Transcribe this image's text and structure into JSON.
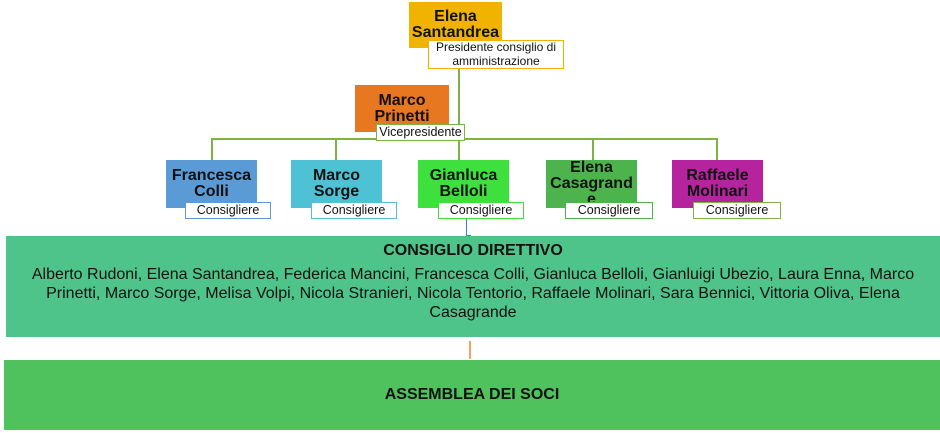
{
  "president": {
    "name_line1": "Elena",
    "name_line2": "Santandrea",
    "role": "Presidente consiglio di amministrazione",
    "color": "#f0b400"
  },
  "vicepresident": {
    "name_line1": "Marco",
    "name_line2": "Prinetti",
    "role": "Vicepresidente",
    "color": "#e87722"
  },
  "councillors": [
    {
      "name_line1": "Francesca",
      "name_line2": "Colli",
      "role": "Consigliere",
      "color": "#5b9bd5"
    },
    {
      "name_line1": "Marco",
      "name_line2": "Sorge",
      "role": "Consigliere",
      "color": "#4fc1d4"
    },
    {
      "name_line1": "Gianluca",
      "name_line2": "Belloli",
      "role": "Consigliere",
      "color": "#3ee03e"
    },
    {
      "name_line1": "Elena",
      "name_line2": "Casagrande",
      "role": "Consigliere",
      "color": "#4db34d"
    },
    {
      "name_line1": "Raffaele",
      "name_line2": "Molinari",
      "role": "Consigliere",
      "color": "#b5249e"
    }
  ],
  "consiglio_direttivo": {
    "title": "CONSIGLIO DIRETTIVO",
    "members": "Alberto Rudoni, Elena Santandrea, Federica Mancini, Francesca Colli, Gianluca Belloli, Gianluigi Ubezio, Laura Enna, Marco Prinetti, Marco Sorge, Melisa Volpi, Nicola Stranieri, Nicola Tentorio, Raffaele Molinari, Sara Bennici, Vittoria Oliva, Elena Casagrande",
    "color": "#4ec48a"
  },
  "assemblea": {
    "title": "ASSEMBLEA DEI SOCI",
    "color": "#4fc15d"
  },
  "colors": {
    "connector": "#7cb342",
    "role_border_president": "#f0b400",
    "connector_orange": "#f4a261"
  }
}
